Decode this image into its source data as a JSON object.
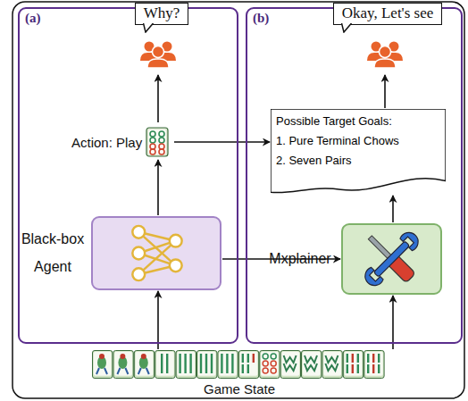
{
  "diagram": {
    "nodes": [
      {
        "text": [
          "(a)"
        ]
      },
      {
        "text": [
          "Why?"
        ],
        "in": 0
      },
      {
        "text": [
          "Action: Play"
        ],
        "in": 0
      },
      {
        "text": [
          "Black-box Agent"
        ],
        "in": 0
      },
      {
        "text": [
          "(b)"
        ]
      },
      {
        "text": [
          "Okay, Let's see"
        ],
        "in": 4
      },
      {
        "text": [
          "Possible Target Goals:",
          "1. Pure Terminal Chows",
          "2. Seven Pairs"
        ],
        "in": 4
      },
      {
        "text": [
          "Mxplainer"
        ],
        "in": 4
      },
      {
        "text": [
          "Game State"
        ]
      }
    ],
    "edges": [
      {
        "from": 8,
        "to": 3,
        "arrow": "to"
      },
      {
        "from": 3,
        "to": 2,
        "arrow": "to"
      },
      {
        "from": 2,
        "to": 6,
        "arrow": "to"
      },
      {
        "from": 3,
        "to": 7,
        "arrow": "to"
      },
      {
        "from": 7,
        "to": 6,
        "arrow": "to"
      },
      {
        "from": 8,
        "to": 7,
        "arrow": "to"
      }
    ]
  }
}
